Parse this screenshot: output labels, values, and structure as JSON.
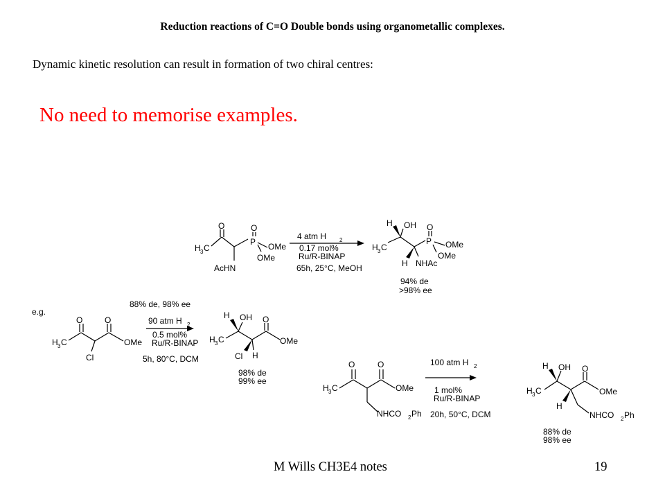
{
  "slide": {
    "title": "Reduction reactions of C=O Double bonds using organometallic complexes.",
    "subtitle": "Dynamic kinetic resolution can result in formation of two chiral centres:",
    "note": "No need to memorise examples.",
    "footer_left": "M Wills CH3E4 notes",
    "page_number": "19",
    "note_color": "#ff0000"
  },
  "reactions": {
    "eg_label": "e.g.",
    "r1": {
      "labels": {
        "o": "O",
        "o2": "O",
        "h3": "H",
        "sub3": "3",
        "c": "C",
        "p": "P",
        "ome1": "OMe",
        "ome2": "OMe",
        "achn": "AcHN"
      },
      "conditions": {
        "pressure": "4 atm H",
        "pressure_sub": "2",
        "loading": "0.17 mol%",
        "catalyst": "Ru/R-BINAP",
        "time_temp": "65h, 25°C, MeOH"
      },
      "product": {
        "h": "H",
        "oh": "OH",
        "o": "O",
        "p": "P",
        "ome1": "OMe",
        "ome2": "OMe",
        "h3": "H",
        "sub3": "3",
        "c": "C",
        "h2": "H",
        "nhac": "NHAc"
      },
      "selectivity": {
        "de": "94% de",
        "ee": ">98% ee"
      }
    },
    "r2": {
      "header": "88% de, 98% ee",
      "labels": {
        "o": "O",
        "o2": "O",
        "h3": "H",
        "sub3": "3",
        "c": "C",
        "ome": "OMe",
        "cl": "Cl"
      },
      "conditions": {
        "pressure": "90 atm H",
        "pressure_sub": "2",
        "loading": "0.5 mol%",
        "catalyst": "Ru/R-BINAP",
        "time_temp": "5h, 80°C, DCM"
      },
      "product": {
        "h": "H",
        "oh": "OH",
        "o": "O",
        "h3": "H",
        "sub3": "3",
        "c": "C",
        "ome": "OMe",
        "cl": "Cl",
        "h2": "H"
      },
      "selectivity": {
        "de": "98% de",
        "ee": "99% ee"
      }
    },
    "r3": {
      "labels": {
        "o": "O",
        "o2": "O",
        "h3": "H",
        "sub3": "3",
        "c": "C",
        "ome": "OMe",
        "nh": "NHCO",
        "sub2": "2",
        "ph": "Ph"
      },
      "conditions": {
        "pressure": "100 atm H",
        "pressure_sub": "2",
        "loading": "1 mol%",
        "catalyst": "Ru/R-BINAP",
        "time_temp": "20h, 50°C, DCM"
      },
      "product": {
        "h": "H",
        "oh": "OH",
        "o": "O",
        "h3": "H",
        "sub3": "3",
        "c": "C",
        "ome": "OMe",
        "h2": "H",
        "nh": "NHCO",
        "sub2": "2",
        "ph": "Ph"
      },
      "selectivity": {
        "de": "88% de",
        "ee": "98% ee"
      }
    }
  }
}
